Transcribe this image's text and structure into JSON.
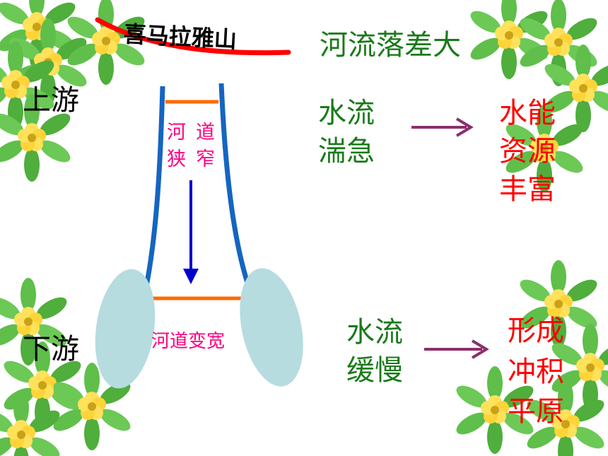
{
  "mountain": {
    "label": "喜马拉雅山"
  },
  "banks": {
    "upstream": "上游",
    "downstream": "下游"
  },
  "top_statement": "河流落差大",
  "upstream": {
    "cause_line1": "水流",
    "cause_line2": "湍急",
    "result_line1": "水能",
    "result_line2": "资源",
    "result_line3": "丰富"
  },
  "downstream": {
    "cause_line1": "水流",
    "cause_line2": "缓慢",
    "result_line1": "形成",
    "result_line2": "冲积",
    "result_line3": "平原"
  },
  "channel": {
    "narrow_chars": [
      "河",
      "道",
      "狭",
      "窄"
    ],
    "wide_label": "河道变宽"
  },
  "colors": {
    "river_bank": "#1565c0",
    "mountain_arc": "#ff0000",
    "orange_marker": "#ff6a00",
    "flow_arrow": "#0000cc",
    "result_arrow": "#8b2f6b",
    "lake": "#b6dce0",
    "green_text": "#1a7a1a",
    "red_text": "#ff0000",
    "pink_text": "#ff007f"
  },
  "decoration": "green-leaf-yellow-flower-clusters"
}
